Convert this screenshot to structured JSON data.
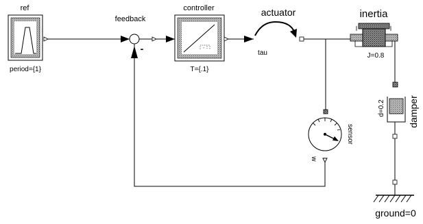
{
  "diagram": {
    "blocks": {
      "ref": {
        "name": "ref",
        "param": "period={1}"
      },
      "feedback": {
        "name": "feedback",
        "minus_sign": "-"
      },
      "controller": {
        "name": "controller",
        "param": "T={.1}"
      },
      "actuator": {
        "name": "actuator",
        "port_label": "tau"
      },
      "inertia": {
        "name": "inertia",
        "param": "J=0.8"
      },
      "damper": {
        "name": "damper",
        "param": "d=0.2"
      },
      "sensor": {
        "name": "sensor",
        "output_label": "w"
      },
      "ground": {
        "name": "ground=0"
      }
    }
  }
}
